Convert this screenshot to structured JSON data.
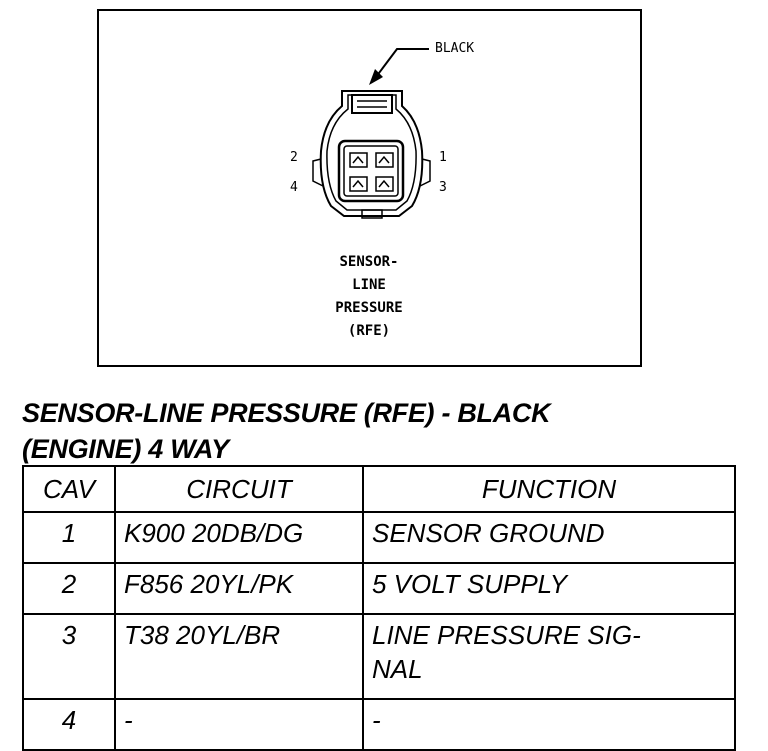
{
  "figure": {
    "wire_color_label": "BLACK",
    "pin_labels": {
      "p1": "1",
      "p2": "2",
      "p3": "3",
      "p4": "4"
    },
    "sensor_caption": [
      "SENSOR-",
      "LINE",
      "PRESSURE",
      "(RFE)"
    ]
  },
  "title": {
    "line1": "SENSOR-LINE PRESSURE (RFE) - BLACK",
    "line2": "(ENGINE) 4 WAY"
  },
  "table": {
    "headers": {
      "cav": "CAV",
      "circuit": "CIRCUIT",
      "function": "FUNCTION"
    },
    "rows": [
      {
        "cav": "1",
        "circuit": "K900 20DB/DG",
        "function": "SENSOR GROUND"
      },
      {
        "cav": "2",
        "circuit": "F856 20YL/PK",
        "function": "5 VOLT SUPPLY"
      },
      {
        "cav": "3",
        "circuit": "T38 20YL/BR",
        "function_line1": "LINE PRESSURE SIG-",
        "function_line2": "NAL"
      },
      {
        "cav": "4",
        "circuit": "-",
        "function": "-"
      }
    ]
  }
}
